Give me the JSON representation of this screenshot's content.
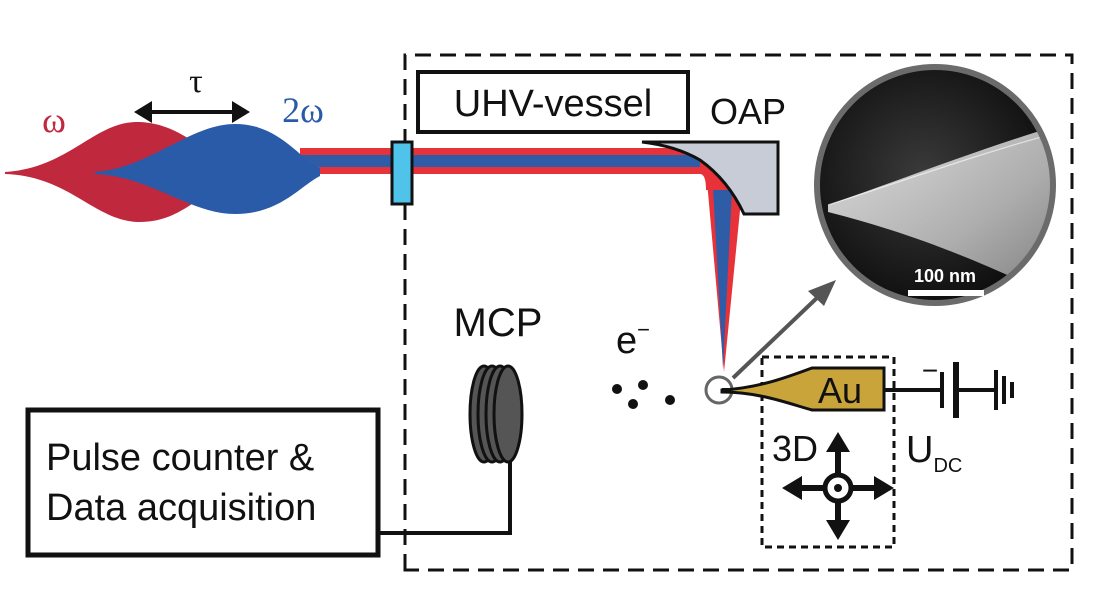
{
  "pulses": {
    "omega_label": "ω",
    "omega2_label": "2ω",
    "delay_label": "τ",
    "omega_color": "#C0283E",
    "omega2_color": "#2A5BA8"
  },
  "beam": {
    "red_color": "#E8323A",
    "blue_color": "#2E5CA6",
    "window_color": "#4FC3EA"
  },
  "vessel": {
    "label": "UHV-vessel"
  },
  "mirror": {
    "label": "OAP",
    "color": "#C7CCD6"
  },
  "sem_inset": {
    "scale_label": "100 nm"
  },
  "detector": {
    "label": "MCP"
  },
  "electrons": {
    "label_base": "e",
    "label_sup": "−"
  },
  "tip": {
    "label": "Au",
    "color": "#C9A43A"
  },
  "stage": {
    "label": "3D"
  },
  "voltage": {
    "label_base": "U",
    "label_sub": "DC",
    "minus_sign": "−"
  },
  "daq": {
    "line1": "Pulse counter &",
    "line2": "Data acquisition"
  }
}
